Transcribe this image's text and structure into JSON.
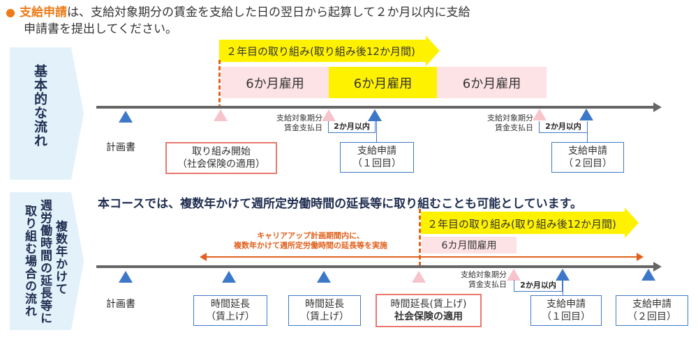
{
  "header": {
    "bullet": "●",
    "bold_term": "支給申請",
    "line1_rest": "は、支給対象期分の賃金を支給した日の翌日から起算して２か月以内に支給",
    "line2": "申請書を提出してください。"
  },
  "section1": {
    "label": "基本的な流れ",
    "arrow_text": "２年目の取り組み(取り組み後12か月間)",
    "periods": [
      "6か月雇用",
      "6か月雇用",
      "6か月雇用"
    ],
    "plan_label": "計画書",
    "start_box": {
      "line1": "取り組み開始",
      "line2": "（社会保険の適用）"
    },
    "payday1": {
      "line1": "支給対象期分",
      "line2": "賃金支払日"
    },
    "payday2": {
      "line1": "支給対象期分",
      "line2": "賃金支払日"
    },
    "within1": "2か月以内",
    "within2": "2か月以内",
    "apply1": {
      "line1": "支給申請",
      "line2": "（１回目）"
    },
    "apply2": {
      "line1": "支給申請",
      "line2": "（２回目）"
    }
  },
  "section2": {
    "label_col1": "複数年かけて",
    "label_col2": "週労働時間の延長等に",
    "label_col3": "取り組む場合の流れ",
    "notice": "本コースでは、複数年かけて週所定労働時間の延長等に取り組むことも可能としています。",
    "arrow_text": "２年目の取り組み(取り組み後12か月間)",
    "period": "6カ月間雇用",
    "orange_note_line1": "キャリアアップ計画期間内に、",
    "orange_note_line2": "複数年かけて週所定労働時間の延長等を実施",
    "plan_label": "計画書",
    "extend1": {
      "line1": "時間延長",
      "line2": "（賃上げ）"
    },
    "extend2": {
      "line1": "時間延長",
      "line2": "（賃上げ）"
    },
    "extend3": {
      "line1": "時間延長(賃上げ)",
      "line2": "社会保険の適用"
    },
    "payday": {
      "line1": "支給対象期分",
      "line2": "賃金支払日"
    },
    "within": "2か月以内",
    "apply1": {
      "line1": "支給申請",
      "line2": "（１回目）"
    },
    "apply2": {
      "line1": "支給申請",
      "line2": "（２回目）"
    }
  },
  "colors": {
    "accent_orange": "#ec7b18",
    "period_pink": "#fde2e6",
    "period_yellow": "#fff200",
    "arrow_yellow": "#fff200",
    "tri_blue": "#3d78c8",
    "tri_pink": "#f7c4cc",
    "band_blue": "#e3f1fb"
  }
}
